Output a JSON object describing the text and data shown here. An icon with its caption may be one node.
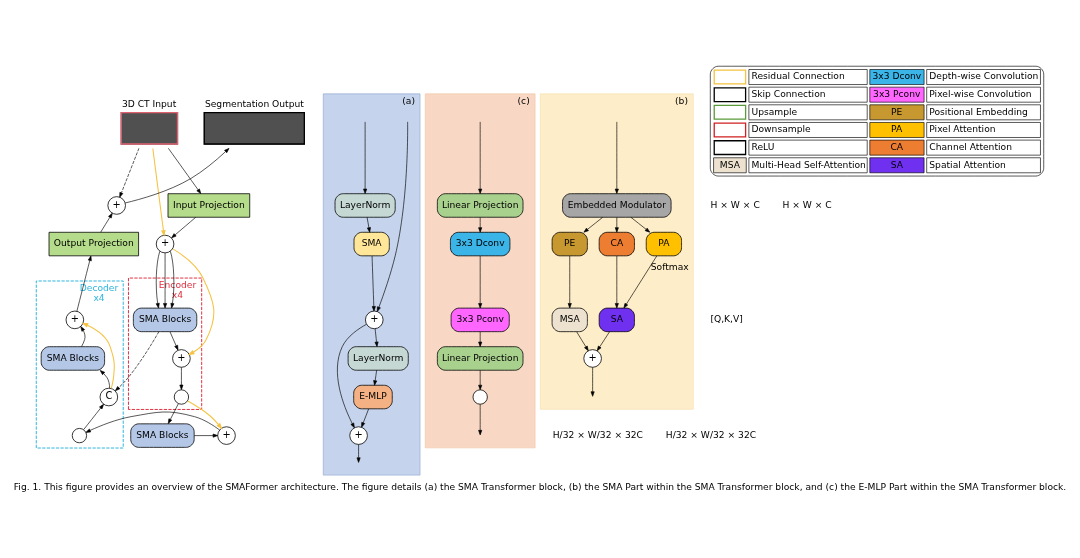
{
  "diagram": {
    "caption": "Fig. 1. This figure provides an overview of the SMAFormer architecture. The figure details (a) the SMA Transformer block, (b) the SMA Part within the SMA Transformer block, and (c) the E-MLP Part within the SMA Transformer block.",
    "nodes": [
      {
        "text": [
          "3D CT Input"
        ]
      },
      {
        "text": [
          "Segmentation Output"
        ]
      },
      {
        "text": [
          "+"
        ]
      },
      {
        "text": [
          "Input Projection"
        ]
      },
      {
        "text": [
          "Output Projection"
        ]
      },
      {
        "text": [
          "+"
        ]
      },
      {
        "text": [
          "Encoder",
          "x4"
        ]
      },
      {
        "text": [
          "SMA Blocks"
        ],
        "in": 6
      },
      {
        "text": [
          "+"
        ],
        "in": 6
      },
      {
        "text": [],
        "shape": "circle",
        "in": 6
      },
      {
        "text": [
          "Decoder",
          "x4"
        ]
      },
      {
        "text": [
          "+"
        ],
        "in": 10
      },
      {
        "text": [
          "SMA Blocks"
        ],
        "in": 10
      },
      {
        "text": [
          "C"
        ],
        "in": 10
      },
      {
        "text": [],
        "shape": "circle",
        "in": 10
      },
      {
        "text": [
          "SMA Blocks"
        ]
      },
      {
        "text": [
          "+"
        ]
      },
      {
        "text": [
          "(a)"
        ]
      },
      {
        "text": [
          "+"
        ],
        "in": 17
      },
      {
        "text": [
          "E-MLP"
        ],
        "in": 17
      },
      {
        "text": [
          "LayerNorm"
        ],
        "in": 17
      },
      {
        "text": [
          "+"
        ],
        "in": 17
      },
      {
        "text": [
          "SMA"
        ],
        "in": 17
      },
      {
        "text": [
          "LayerNorm"
        ],
        "in": 17
      },
      {
        "text": [
          "(c)"
        ]
      },
      {
        "text": [
          "Linear Projection"
        ],
        "in": 24
      },
      {
        "text": [
          "3x3 Dconv"
        ],
        "in": 24
      },
      {
        "text": [
          "3x3 Pconv"
        ],
        "in": 24
      },
      {
        "text": [
          "Linear Projection"
        ],
        "in": 24
      },
      {
        "text": [],
        "shape": "circle",
        "in": 24
      },
      {
        "text": [
          "(b)"
        ]
      },
      {
        "text": [
          "Embedded Modulator"
        ],
        "in": 30
      },
      {
        "text": [
          "PE"
        ],
        "in": 30
      },
      {
        "text": [
          "MSA"
        ],
        "in": 30
      },
      {
        "text": [
          "CA"
        ],
        "in": 30
      },
      {
        "text": [
          "PA"
        ],
        "in": 30
      },
      {
        "text": [
          "+"
        ],
        "in": 30
      },
      {
        "text": [
          "SA"
        ],
        "in": 30
      }
    ],
    "edges": [
      {
        "from": 0,
        "to": 3,
        "arrow": "to"
      },
      {
        "from": 0,
        "to": 2,
        "arrow": "to",
        "style": "dashed"
      },
      {
        "from": 0,
        "to": 5,
        "arrow": "to",
        "color": "#f5c242"
      },
      {
        "from": 3,
        "to": 5,
        "arrow": "to"
      },
      {
        "from": 5,
        "to": 7,
        "arrow": "to"
      },
      {
        "from": 5,
        "to": 7,
        "arrow": "to"
      },
      {
        "from": 5,
        "to": 7,
        "arrow": "to"
      },
      {
        "from": 5,
        "to": 8,
        "arrow": "to",
        "color": "#f5c242"
      },
      {
        "from": 7,
        "to": 8,
        "arrow": "to"
      },
      {
        "from": 8,
        "to": 9,
        "arrow": "to"
      },
      {
        "from": 9,
        "to": 15,
        "arrow": "to"
      },
      {
        "from": 9,
        "to": 16,
        "arrow": "to",
        "color": "#f5c242"
      },
      {
        "from": 15,
        "to": 16,
        "arrow": "to"
      },
      {
        "from": 16,
        "to": 14,
        "arrow": "to"
      },
      {
        "from": 14,
        "to": 13,
        "arrow": "to"
      },
      {
        "from": 7,
        "to": 13,
        "arrow": "to",
        "style": "dashed"
      },
      {
        "from": 13,
        "to": 12,
        "arrow": "to"
      },
      {
        "from": 13,
        "to": 11,
        "arrow": "to",
        "color": "#f5c242"
      },
      {
        "from": 12,
        "to": 11,
        "arrow": "to"
      },
      {
        "from": 11,
        "to": 4,
        "arrow": "to"
      },
      {
        "from": 4,
        "to": 2,
        "arrow": "to"
      },
      {
        "from": 2,
        "to": 1,
        "arrow": "to"
      },
      {
        "from": null,
        "to": 23,
        "arrow": "to"
      },
      {
        "from": null,
        "to": 21,
        "arrow": "to"
      },
      {
        "from": 23,
        "to": 22,
        "arrow": "to"
      },
      {
        "from": 22,
        "to": 21,
        "arrow": "to"
      },
      {
        "from": 21,
        "to": 20,
        "arrow": "to"
      },
      {
        "from": 21,
        "to": 18,
        "arrow": "to"
      },
      {
        "from": 20,
        "to": 19,
        "arrow": "to"
      },
      {
        "from": 19,
        "to": 18,
        "arrow": "to"
      },
      {
        "from": 18,
        "to": null,
        "arrow": "to"
      },
      {
        "from": null,
        "to": 25,
        "arrow": "to"
      },
      {
        "from": 25,
        "to": 26,
        "arrow": "to"
      },
      {
        "from": 26,
        "to": 27,
        "arrow": "to"
      },
      {
        "from": 27,
        "to": 28,
        "arrow": "to"
      },
      {
        "from": 28,
        "to": 29,
        "arrow": "to"
      },
      {
        "from": 29,
        "to": null,
        "arrow": "to"
      },
      {
        "from": null,
        "to": 31,
        "arrow": "to"
      },
      {
        "from": 31,
        "to": 32,
        "arrow": "to"
      },
      {
        "from": 32,
        "to": 33,
        "arrow": "to"
      },
      {
        "from": 31,
        "to": 34,
        "arrow": "to"
      },
      {
        "from": 31,
        "to": 35,
        "arrow": "to"
      },
      {
        "from": 34,
        "to": 37,
        "arrow": "to"
      },
      {
        "from": 35,
        "to": 37,
        "arrow": "to",
        "label": "Softmax"
      },
      {
        "from": 33,
        "to": 36,
        "arrow": "to"
      },
      {
        "from": 37,
        "to": 36,
        "arrow": "to"
      },
      {
        "from": 36,
        "to": null,
        "arrow": "to"
      }
    ],
    "labels": [
      "H × W × C",
      "H × W × C",
      "[Q,K,V]",
      "H/32 × W/32 × 32C",
      "H/32 × W/32 × 32C",
      "MSA",
      "3x3 Dconv",
      "3x3 Pconv",
      "PE",
      "PA",
      "CA",
      "SA"
    ],
    "legend": [
      {
        "text": "Residual Connection"
      },
      {
        "text": "Skip Connection"
      },
      {
        "text": "Upsample"
      },
      {
        "text": "Downsample"
      },
      {
        "text": "ReLU"
      },
      {
        "text": "Multi-Head Self-Attention",
        "color": "#ede2cf"
      },
      {
        "text": "Depth-wise Convolution",
        "color": "#3bb4e7"
      },
      {
        "text": "Pixel-wise Convolution",
        "color": "#ff66ff"
      },
      {
        "text": "Positional Embedding"
      },
      {
        "text": "Pixel Attention",
        "color": "#ffc000"
      },
      {
        "text": "Channel Attention",
        "color": "#ed7d31"
      },
      {
        "text": "Spatial Attention",
        "color": "#7030f0"
      }
    ]
  }
}
